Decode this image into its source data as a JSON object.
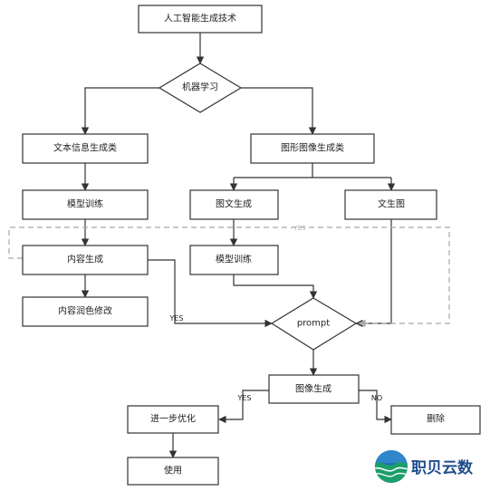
{
  "nodes": {
    "ai_gen_tech": "人工智能生成技术",
    "machine_learning": "机器学习",
    "text_gen_class": "文本信息生成类",
    "image_gen_class": "图形图像生成类",
    "model_training_left": "模型训练",
    "image_text_gen": "图文生成",
    "text_to_image": "文生图",
    "content_gen": "内容生成",
    "model_training_right": "模型训练",
    "content_polish": "内容润色修改",
    "prompt": "prompt",
    "image_gen": "图像生成",
    "further_optimize": "进一步优化",
    "use": "使用",
    "delete": "删除"
  },
  "edge_labels": {
    "yes_dashed": "YES",
    "yes_content_to_prompt": "YES",
    "yes_image_to_optimize": "YES",
    "no_image_to_delete": "NO"
  },
  "brand": {
    "name": "职贝云数",
    "icon": "wave-globe-logo"
  }
}
